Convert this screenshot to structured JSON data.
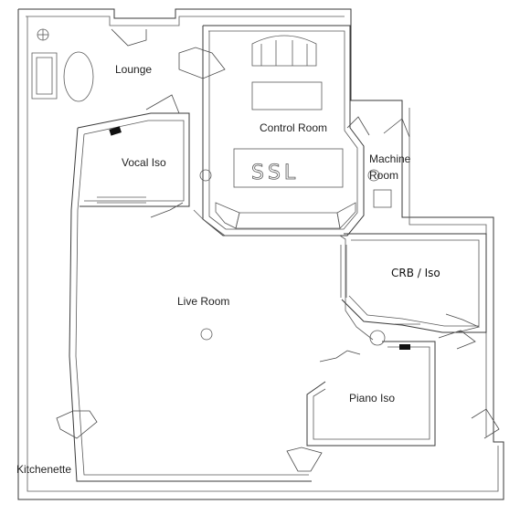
{
  "rooms": {
    "lounge": "Lounge",
    "control_room": "Control Room",
    "machine_room_line1": "Machine",
    "machine_room_line2": "Room",
    "vocal_iso": "Vocal Iso",
    "live_room": "Live Room",
    "crb_iso": "CRB / Iso",
    "piano_iso": "Piano Iso",
    "kitchenette": "Kitchenette"
  },
  "console": {
    "brand": "SSL"
  }
}
